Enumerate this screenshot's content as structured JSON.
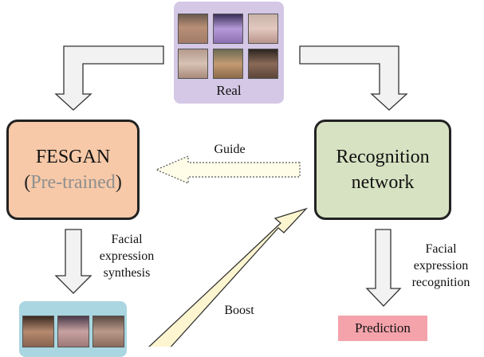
{
  "real_panel": {
    "label": "Real"
  },
  "fesgan": {
    "title": "FESGAN",
    "open_paren": "(",
    "subtitle": "Pre-trained",
    "close_paren": ")"
  },
  "recognition": {
    "line1": "Recognition",
    "line2": "network"
  },
  "edges": {
    "guide": "Guide",
    "synthesis": [
      "Facial",
      "expression",
      "synthesis"
    ],
    "boost": "Boost",
    "recognition": [
      "Facial",
      "expression",
      "recognition"
    ]
  },
  "prediction": {
    "label": "Prediction"
  },
  "colors": {
    "real_panel": "#d4c8e6",
    "fesgan_box": "#f7c9a8",
    "recognition_box": "#d7e2c2",
    "synth_panel": "#a9d6e0",
    "prediction": "#f4a3ab",
    "guide_arrow": "#fffde8",
    "boost_arrow": "#fdf5d0",
    "gray_arrow": "#f2f2f2"
  }
}
